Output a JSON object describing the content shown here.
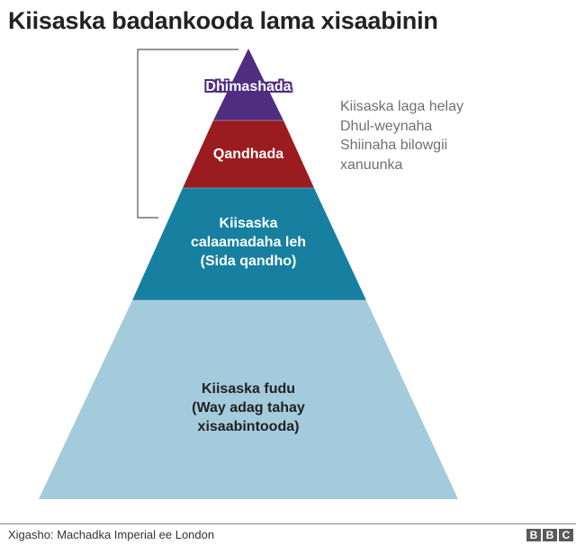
{
  "title": "Kiisaska badankooda lama xisaabinin",
  "chart_data": {
    "type": "pyramid",
    "title": "Kiisaska badankooda lama xisaabinin",
    "tiers_top_to_bottom": [
      {
        "label": "Dhimashada",
        "color": "#4f2d7f"
      },
      {
        "label": "Qandhada",
        "color": "#9a1c20"
      },
      {
        "label": "Kiisaska calaamadaha leh (Sida qandho)",
        "color": "#1780a1"
      },
      {
        "label": "Kiisaska fudu (Way adag tahay xisaabintooda)",
        "color": "#a3cbdb"
      }
    ],
    "bracket_annotation": {
      "spans_tiers": [
        "Dhimashada",
        "Qandhada",
        "Kiisaska calaamadaha leh (Sida qandho)"
      ],
      "text": "Kiisaska laga helay Dhul-weynaha Shiinaha bilowgii xanuunka"
    }
  },
  "tiers": [
    {
      "label": "Dhimashada",
      "color": "#4f2d7f"
    },
    {
      "label": "Qandhada",
      "color": "#9a1c20"
    },
    {
      "label": "Kiisaska\ncalaamadaha leh\n(Sida qandho)",
      "color": "#1780a1"
    },
    {
      "label": "Kiisaska fudu\n(Way adag tahay\nxisaabintooda)",
      "color": "#a3cbdb"
    }
  ],
  "annotation": "Kiisaska laga helay\nDhul-weynaha\nShiinaha bilowgii\nxanuunka",
  "footer": {
    "source": "Xigasho: Machadka Imperial ee London",
    "logo_letters": [
      "B",
      "B",
      "C"
    ]
  },
  "colors": {
    "bracket": "#555555",
    "divider": "#dddddd"
  }
}
